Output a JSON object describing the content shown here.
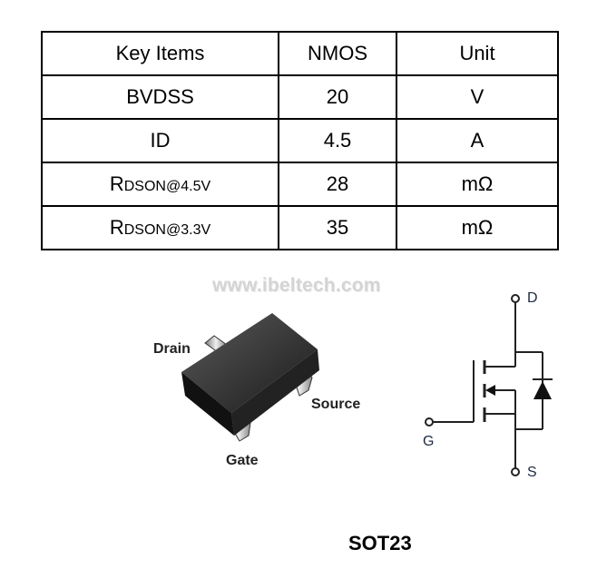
{
  "table": {
    "headers": [
      "Key Items",
      "NMOS",
      "Unit"
    ],
    "rows": [
      {
        "item": "BVDSS",
        "value": "20",
        "unit": "V"
      },
      {
        "item": "ID",
        "value": "4.5",
        "unit": "A"
      },
      {
        "item_main": "R",
        "item_sub": "DSON@4.5V",
        "value": "28",
        "unit": "mΩ"
      },
      {
        "item_main": "R",
        "item_sub": "DSON@3.3V",
        "value": "35",
        "unit": "mΩ"
      }
    ]
  },
  "watermark": "www.ibeltech.com",
  "package": {
    "drain": "Drain",
    "source": "Source",
    "gate": "Gate",
    "name": "SOT23"
  },
  "schematic": {
    "d": "D",
    "g": "G",
    "s": "S"
  }
}
